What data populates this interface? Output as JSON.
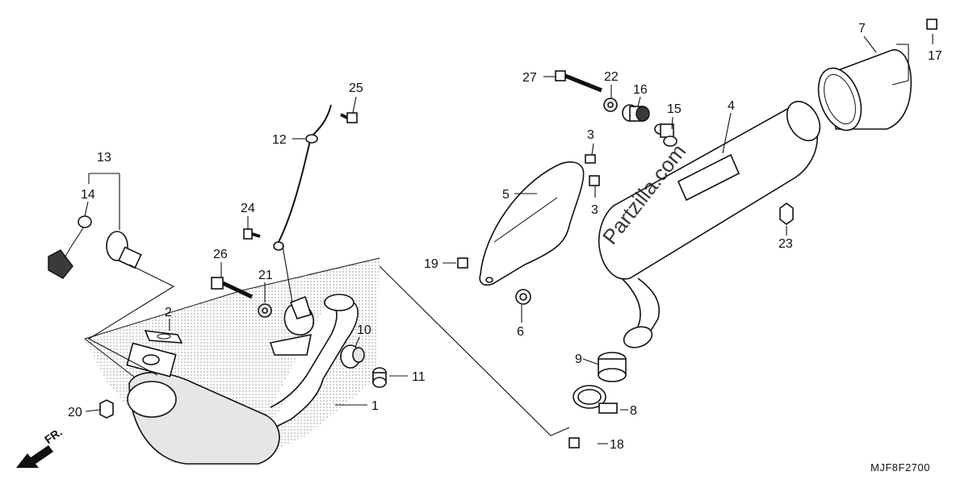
{
  "callouts": {
    "c1": "1",
    "c2": "2",
    "c3a": "3",
    "c3b": "3",
    "c4": "4",
    "c5": "5",
    "c6": "6",
    "c7": "7",
    "c8": "8",
    "c9": "9",
    "c10": "10",
    "c11": "11",
    "c12": "12",
    "c13": "13",
    "c14": "14",
    "c15": "15",
    "c16": "16",
    "c17": "17",
    "c18": "18",
    "c19": "19",
    "c20": "20",
    "c21": "21",
    "c22": "22",
    "c23": "23",
    "c24": "24",
    "c25": "25",
    "c26": "26",
    "c27": "27"
  },
  "front_label": "FR.",
  "watermark": "Partzilla.com",
  "drawing_code": "MJF8F2700",
  "icons": {
    "front_arrow": "front-direction-arrow-icon"
  }
}
